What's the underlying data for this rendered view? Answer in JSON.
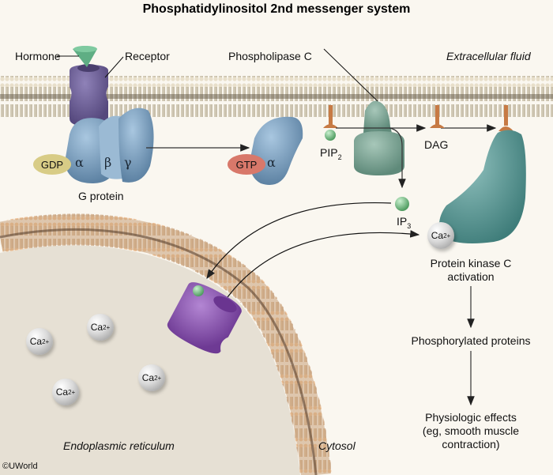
{
  "title": "Phosphatidylinositol 2nd messenger system",
  "labels": {
    "hormone": "Hormone",
    "receptor": "Receptor",
    "phospholipase_c": "Phospholipase C",
    "extracellular_fluid": "Extracellular fluid",
    "g_protein": "G protein",
    "pip2_main": "PIP",
    "pip2_sub": "2",
    "dag": "DAG",
    "ip3_main": "IP",
    "ip3_sub": "3",
    "pkc_line1": "Protein kinase C",
    "pkc_line2": "activation",
    "phosphorylated_proteins": "Phosphorylated proteins",
    "physiologic_line1": "Physiologic effects",
    "physiologic_line2": "(eg, smooth muscle",
    "physiologic_line3": "contraction)",
    "endoplasmic_reticulum": "Endoplasmic reticulum",
    "cytosol": "Cytosol",
    "copyright": "©UWorld"
  },
  "g_protein_subunits": {
    "alpha": "α",
    "beta": "β",
    "gamma": "γ"
  },
  "nucleotides": {
    "gdp": "GDP",
    "gtp": "GTP"
  },
  "calcium": {
    "main": "Ca",
    "charge": "2+"
  },
  "colors": {
    "background": "#faf7f0",
    "membrane_head": "#d9cfb8",
    "er_membrane_head": "#e0b58c",
    "er_lumen": "#e6e0d4",
    "receptor": "#6c5b97",
    "hormone": "#5fae84",
    "g_protein": "#6e93b3",
    "gdp": "#d8cc86",
    "gtp": "#d8786a",
    "phospholipase_c": "#7fa596",
    "pip2_head": "#c77a44",
    "ip3": "#7fc78f",
    "pkc": "#4f8f8c",
    "ip3_channel": "#8b56b3"
  }
}
